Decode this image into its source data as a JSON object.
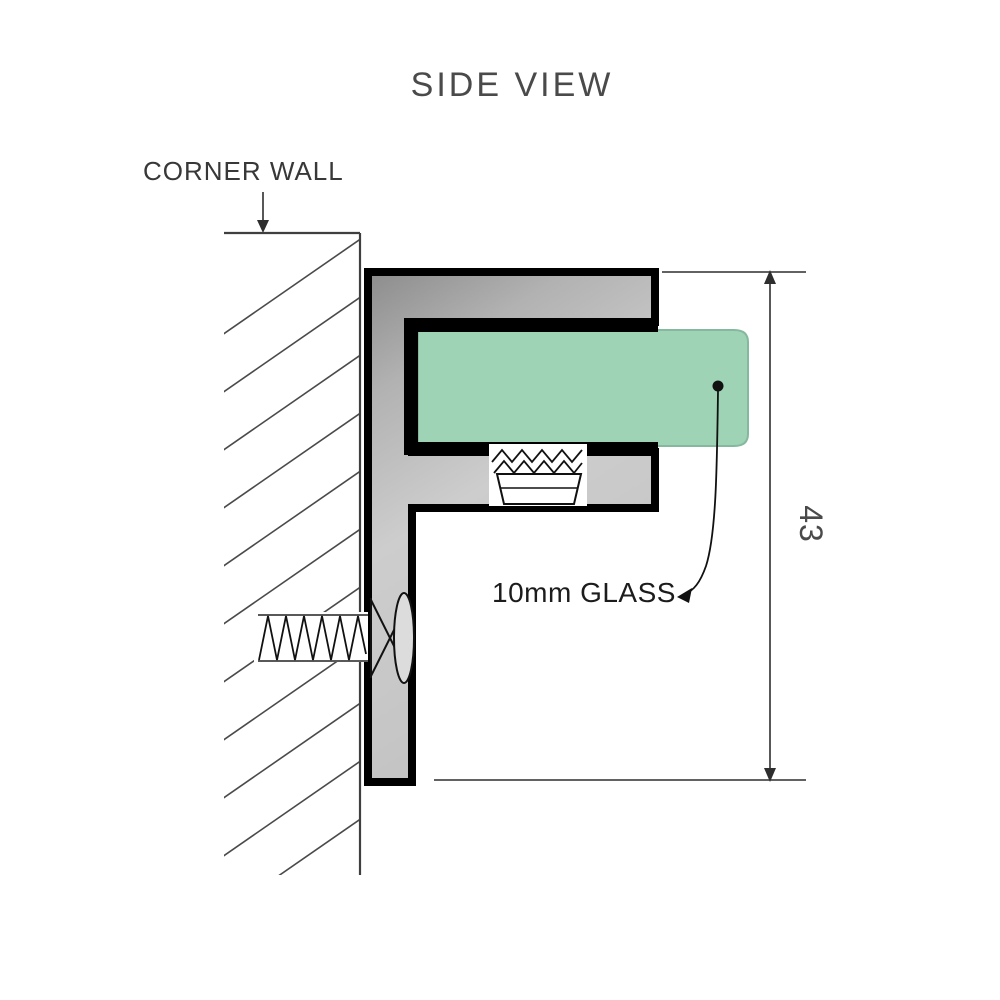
{
  "diagram": {
    "title": "SIDE VIEW",
    "corner_wall_label": "CORNER WALL",
    "glass_label": "10mm GLASS",
    "dimension_value": "43",
    "colors": {
      "background": "#ffffff",
      "outline": "#000000",
      "bracket_dark": "#8c8c8c",
      "bracket_light": "#cdcdcd",
      "glass_fill": "#9fd3b5",
      "glass_edge": "#86b89d",
      "line_color": "#3f3f3f",
      "text_color": "#4a4a4a"
    }
  }
}
